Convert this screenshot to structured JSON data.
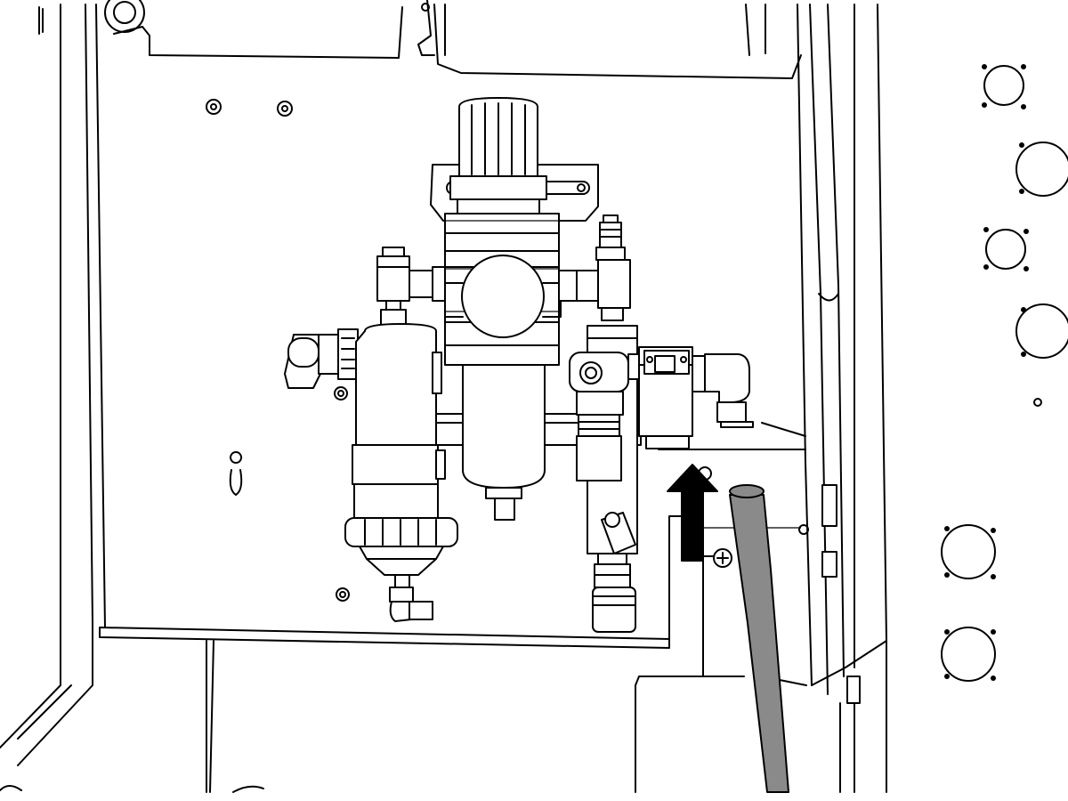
{
  "figure": {
    "kind": "technical-line-drawing",
    "subject": "pneumatic-air-supply-assembly",
    "colors": {
      "line": "#000000",
      "background": "#ffffff",
      "hose": "#8a8a8a",
      "arrow": "#000000"
    },
    "icons": [
      "up-arrow",
      "air-hose",
      "filter-regulator",
      "coalescing-filter",
      "quick-disconnect-coupler"
    ]
  }
}
